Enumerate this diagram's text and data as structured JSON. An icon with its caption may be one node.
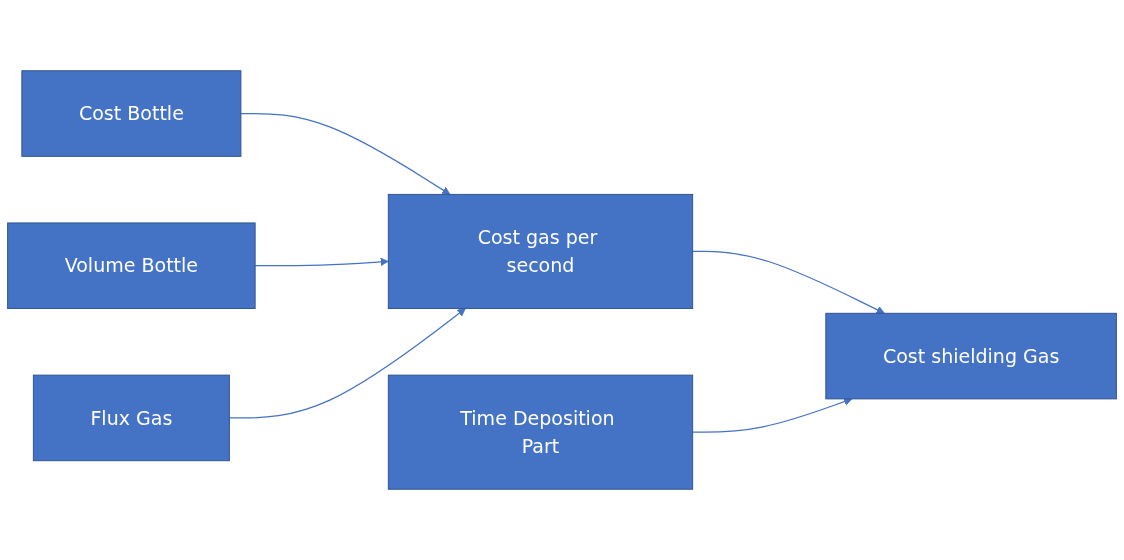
{
  "diagram": {
    "nodes": [
      {
        "text": [
          "Cost Bottle"
        ]
      },
      {
        "text": [
          "Volume Bottle"
        ]
      },
      {
        "text": [
          "Flux Gas"
        ]
      },
      {
        "text": [
          "Cost gas per second"
        ]
      },
      {
        "text": [
          "Time Deposition Part"
        ]
      },
      {
        "text": [
          "Cost shielding Gas"
        ]
      }
    ],
    "edges": [
      {
        "from": 0,
        "to": 3,
        "arrow": "to"
      },
      {
        "from": 1,
        "to": 3,
        "arrow": "to"
      },
      {
        "from": 2,
        "to": 3,
        "arrow": "to"
      },
      {
        "from": 3,
        "to": 5,
        "arrow": "to"
      },
      {
        "from": 4,
        "to": 5,
        "arrow": "to"
      }
    ]
  }
}
